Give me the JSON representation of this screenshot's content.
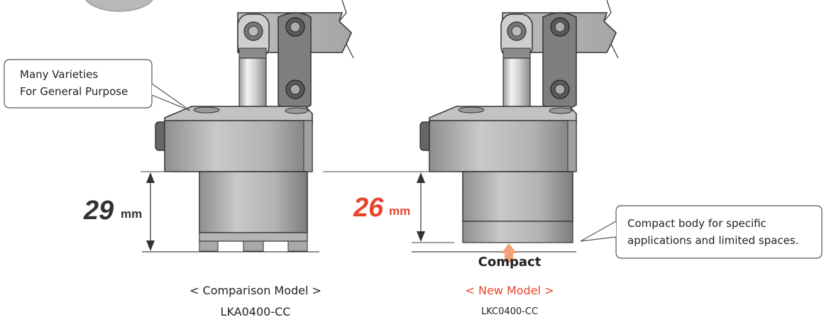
{
  "callouts": {
    "left": {
      "line1": "Many Varieties",
      "line2": "For General Purpose"
    },
    "right": {
      "line1": "Compact body for specific",
      "line2": "applications and limited spaces."
    }
  },
  "dimensions": {
    "comparison": {
      "value": "29",
      "unit": "mm"
    },
    "new": {
      "value": "26",
      "unit": "mm"
    }
  },
  "compact_label": "Compact",
  "models": {
    "comparison": {
      "title": "< Comparison Model >",
      "code": "LKA0400-CC"
    },
    "new": {
      "title": "< New Model >",
      "code": "LKC0400-CC"
    }
  },
  "colors": {
    "accent_red": "#e8452f",
    "arrow_orange": "#f4a07a",
    "body_gray": "#bdbdbd",
    "text": "#222222"
  }
}
